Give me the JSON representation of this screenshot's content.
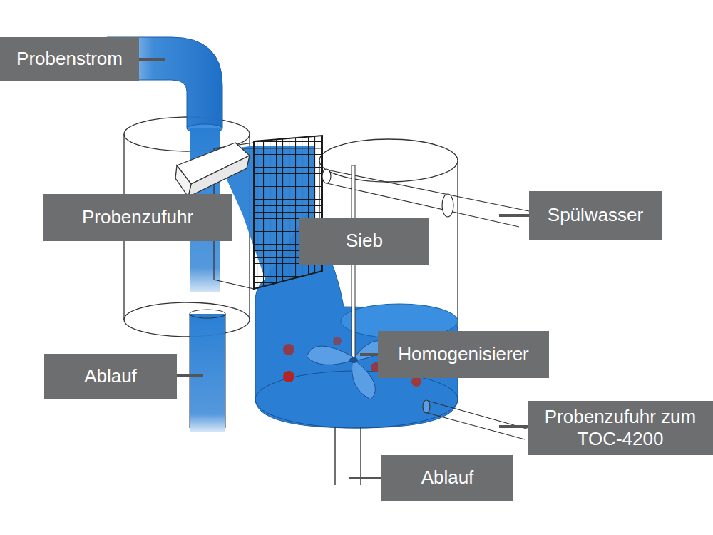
{
  "diagram": {
    "labels": [
      "Probenstrom",
      "Probenzufuhr",
      "Sieb",
      "Spülwasser",
      "Ablauf",
      "Homogenisierer",
      "Probenzufuhr zum TOC-4200",
      "Ablauf"
    ]
  }
}
